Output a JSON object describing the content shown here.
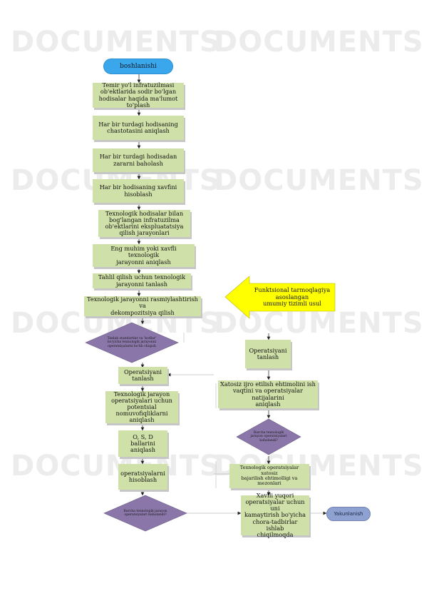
{
  "watermark": "DOCUMENTS",
  "nodes": {
    "start": "boshlanishi",
    "step1": "Temir yo'l infratuzilmasi\nob'ektlarida sodir bo'lgan\nhodisalar haqida ma'lumot\nto'plash",
    "step2": "Har bir turdagi hodisaning\nchastotasini aniqlash",
    "step3": "Har bir turdagi hodisadan\nzararni baholash",
    "step4": "Har bir hodisaning xavfini\nhisoblash",
    "step5": "Texnologik hodisalar bilan\nbog'langan infratuzilma\nob'ektlarini ekspluatatsiya\nqilish jarayonlari",
    "step6": "Eng muhim yoki xavfli texnologik\njarayonni aniqlash",
    "step7": "Tahlil qilish uchun texnologik\njarayonni tanlash",
    "step8": "Texnologik jarayonni rasmiylashtirish va\ndekompozitsiya qilish",
    "decision1": "Tanlab standartlar va 'kodlar'\nbo'yicha texnologik jarayonni\noperatsiyalarni bo'lib chiqish",
    "step9": "Operatsiyani\ntanlash",
    "step10": "Texnologik jarayon\noperatsiyalari uchun\npotentsial\nnomuvofiqliklarni aniqlash",
    "step11": "O, S, D\nballarini\naniqlash",
    "step12": "operatsiyalarni\nhisoblash",
    "decision2": "Barcha texnologik jarayon\noperatsiyalari baholandi?",
    "callout": "Funktsional tarmoqlagiya asoslangan\numumiy tizimli usul",
    "op_select": "Operatsiyani\ntanlash",
    "step13": "Xatosiz ijro etilish ehtimolini ish\nvaqtini va operatsiyalar natijalarini\naniqlash",
    "decision3": "Barcha texnologik\njarayon operatsiyalari\nbaholandi?",
    "step14": "Texnologik operatsiyalar xatosiz\nbajarilish ehtimolligi va mezonlari",
    "step15": "Xavfli yuqori\noperatsiyalar uchun uni\nkamaytirish bo'yicha\nchora-tadbirlar ishlab\nchiqilmoqda",
    "end": "Yakunlanish"
  },
  "colors": {
    "process_fill": "#cfe0a8",
    "decision_fill": "#8a76a8",
    "start_fill": "#3aa7ec",
    "end_fill": "#8ea1d1",
    "callout_fill": "#ffff00"
  }
}
